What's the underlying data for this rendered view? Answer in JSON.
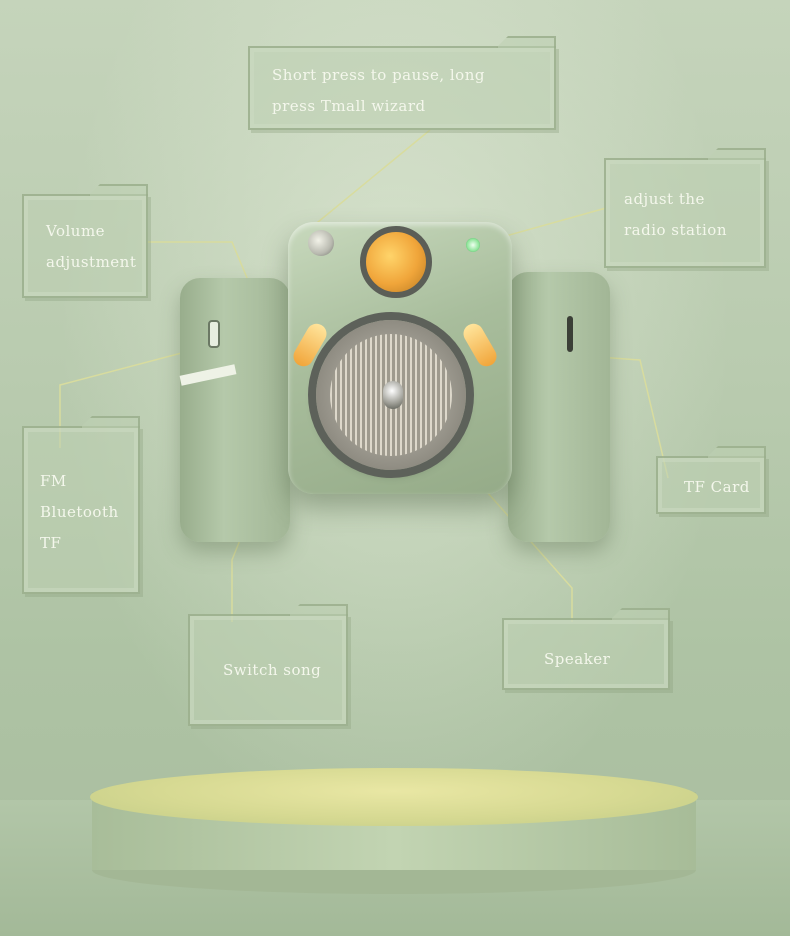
{
  "labels": {
    "pause": {
      "lines": [
        "Short press to pause, long",
        "press Tmall wizard"
      ]
    },
    "volume": {
      "lines": [
        "Volume",
        "adjustment"
      ]
    },
    "radio": {
      "lines": [
        "adjust the",
        "radio station"
      ]
    },
    "mode": {
      "lines": [
        "FM",
        "Bluetooth",
        "TF"
      ]
    },
    "tfcard": {
      "lines": [
        "TF Card"
      ]
    },
    "switch": {
      "lines": [
        "Switch song"
      ]
    },
    "speaker": {
      "lines": [
        "Speaker"
      ]
    }
  },
  "colors": {
    "label_text": "#f4f7ec",
    "leader_line": "#d8dc9e",
    "accent_amber": "#f0a53a",
    "device_green": "#a8bd9c"
  }
}
